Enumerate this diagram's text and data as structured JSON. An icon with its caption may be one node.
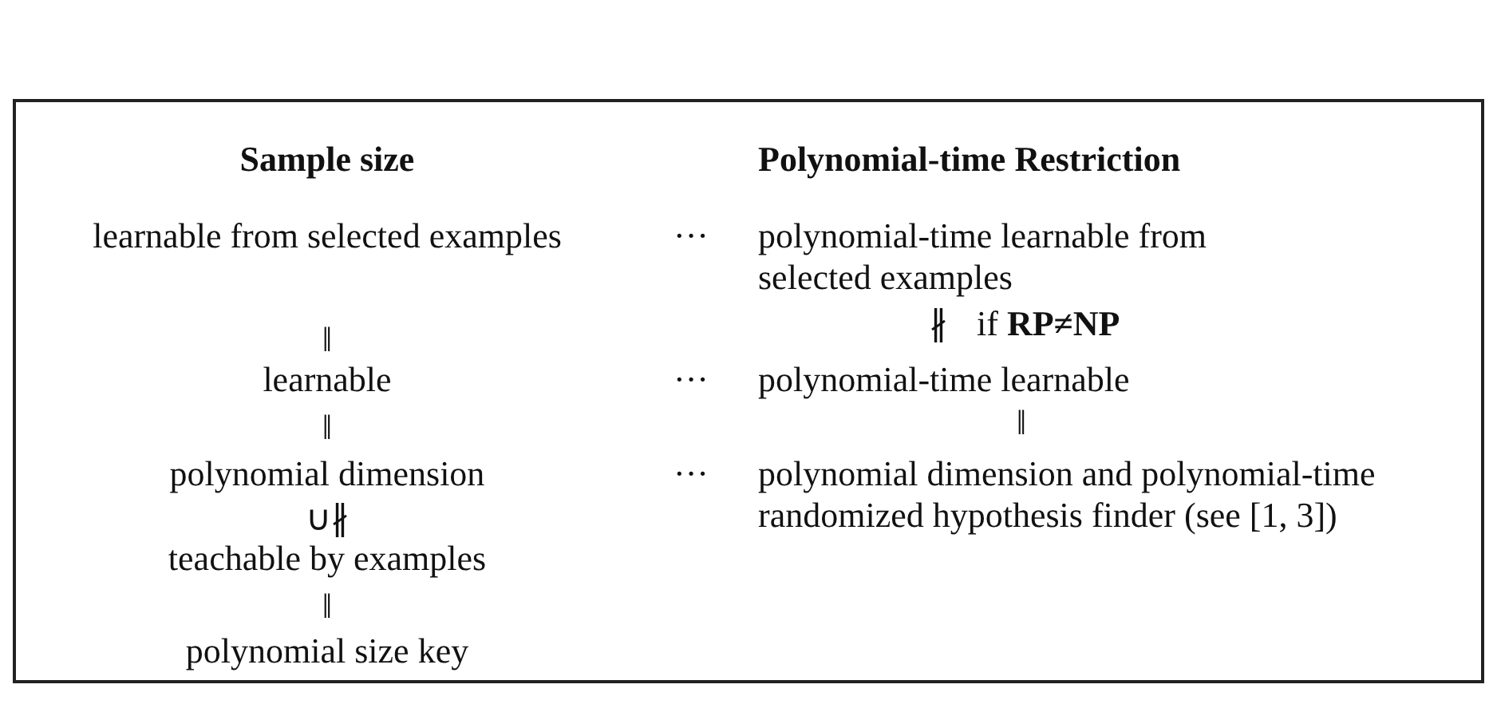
{
  "diagram": {
    "labels": [
      "Sample size",
      "Polynomial-time Restriction",
      "learnable from selected examples",
      "···",
      "polynomial-time learnable from selected examples",
      "‖",
      "∦",
      "if **RP≠NP**",
      "learnable",
      "···",
      "polynomial-time learnable",
      "‖",
      "‖",
      "polynomial dimension",
      "···",
      "polynomial dimension and polynomial-time randomized hypothesis finder (see [1, 3])",
      "∪∦",
      "teachable by examples",
      "‖",
      "polynomial size key"
    ]
  }
}
